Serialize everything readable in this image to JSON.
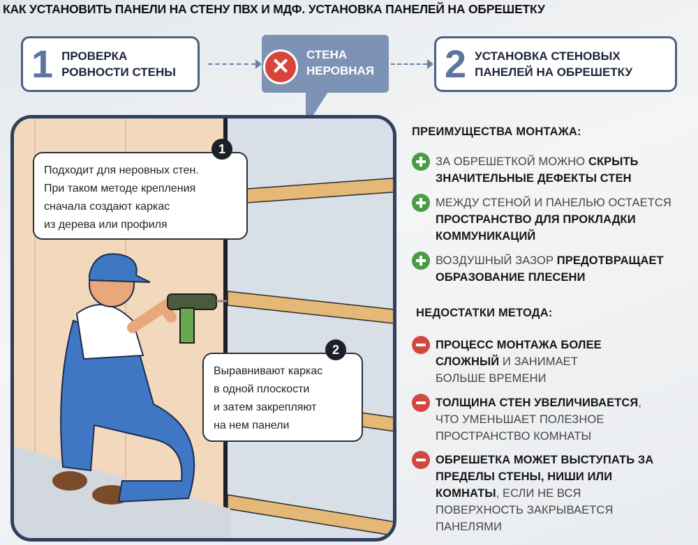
{
  "title": "КАК УСТАНОВИТЬ ПАНЕЛИ НА СТЕНУ ПВХ И МДФ. УСТАНОВКА ПАНЕЛЕЙ НА ОБРЕШЕТКУ",
  "steps": [
    {
      "num": "1",
      "label1": "ПРОВЕРКА",
      "label2": "РОВНОСТИ СТЕНЫ"
    },
    {
      "num": "2",
      "label1": "УСТАНОВКА СТЕНОВЫХ",
      "label2": "ПАНЕЛЕЙ НА ОБРЕШЕТКУ"
    }
  ],
  "result": {
    "label1": "СТЕНА",
    "label2": "НЕРОВНАЯ",
    "icon": "x-icon"
  },
  "callouts": [
    {
      "num": "1",
      "lines": [
        "Подходит для неровных стен.",
        "При таком методе крепления",
        "сначала создают каркас",
        "из дерева или профиля"
      ]
    },
    {
      "num": "2",
      "lines": [
        "Выравнивают каркас",
        "в одной плоскости",
        "и затем закрепляют",
        "на нем панели"
      ]
    }
  ],
  "pros_heading": "ПРЕИМУЩЕСТВА МОНТАЖА:",
  "pros": [
    [
      {
        "t": "ЗА ОБРЕШЕТКОЙ МОЖНО ",
        "b": false
      },
      {
        "t": "СКРЫТЬ ЗНАЧИТЕЛЬНЫЕ ДЕФЕКТЫ СТЕН",
        "b": true
      }
    ],
    [
      {
        "t": "МЕЖДУ СТЕНОЙ И ПАНЕЛЬЮ ОСТАЕТСЯ ",
        "b": false
      },
      {
        "t": "ПРОСТРАНСТВО ДЛЯ ПРОКЛАДКИ КОММУНИКАЦИЙ",
        "b": true
      }
    ],
    [
      {
        "t": "ВОЗДУШНЫЙ ЗАЗОР ",
        "b": false
      },
      {
        "t": "ПРЕДОТВРАЩАЕТ ОБРАЗОВАНИЕ ПЛЕСЕНИ",
        "b": true
      }
    ]
  ],
  "cons_heading": "НЕДОСТАТКИ МЕТОДА:",
  "cons": [
    [
      {
        "t": "ПРОЦЕСС МОНТАЖА БОЛЕЕ СЛОЖНЫЙ",
        "b": true
      },
      {
        "t": " И ЗАНИМАЕТ БОЛЬШЕ ВРЕМЕНИ",
        "b": false
      }
    ],
    [
      {
        "t": "ТОЛЩИНА СТЕН УВЕЛИЧИВАЕТСЯ",
        "b": true
      },
      {
        "t": ", ЧТО УМЕНЬШАЕТ ПОЛЕЗНОЕ ПРОСТРАНСТВО КОМНАТЫ",
        "b": false
      }
    ],
    [
      {
        "t": "ОБРЕШЕТКА МОЖЕТ ВЫСТУПАТЬ ЗА ПРЕДЕЛЫ СТЕНЫ, НИШИ ИЛИ КОМНАТЫ",
        "b": true
      },
      {
        "t": ", ЕСЛИ НЕ ВСЯ ПОВЕРХНОСТЬ ЗАКРЫВАЕТСЯ ПАНЕЛЯМИ",
        "b": false
      }
    ]
  ],
  "colors": {
    "accent": "#4a5f82",
    "plus": "#4a9c45",
    "minus": "#d2483f",
    "bubble": "#7c93b6"
  }
}
